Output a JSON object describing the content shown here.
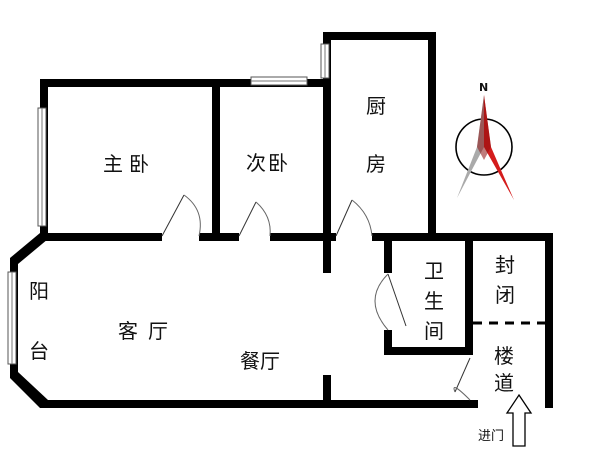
{
  "rooms": {
    "master_bedroom": "主卧",
    "second_bedroom": "次卧",
    "kitchen_top": "厨",
    "kitchen_bottom": "房",
    "balcony_top": "阳",
    "balcony_bottom": "台",
    "living_room_1": "客",
    "living_room_2": "厅",
    "dining_room": "餐厅",
    "bathroom_1": "卫",
    "bathroom_2": "生",
    "bathroom_3": "间",
    "enclosed_1": "封",
    "enclosed_2": "闭",
    "stairway_1": "楼",
    "stairway_2": "道"
  },
  "entrance_label": "进门",
  "compass": {
    "north_label": "N",
    "needle_color": "#d41c1c",
    "tail_color": "#aaaaaa"
  },
  "icons": {
    "compass": "compass-icon",
    "entrance_arrow": "arrow-up-icon"
  }
}
